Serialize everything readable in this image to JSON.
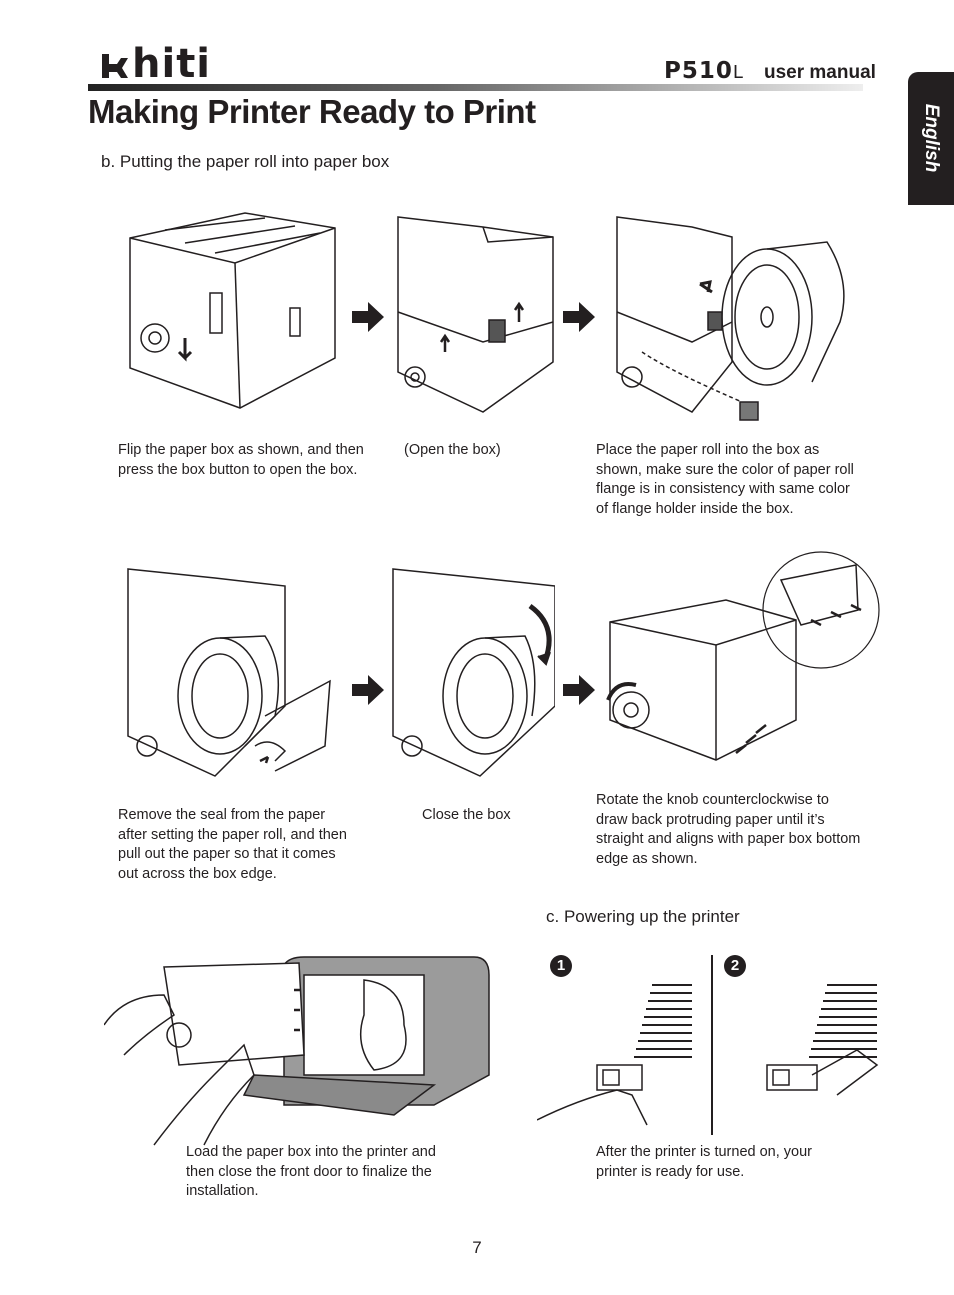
{
  "header": {
    "brand": "hiti",
    "model": "P510",
    "model_suffix": "L",
    "manual_label": "user manual",
    "language_tab": "English"
  },
  "page_title": "Making Printer Ready to Print",
  "section_b": {
    "heading": "b. Putting the paper roll into paper box",
    "steps": [
      {
        "caption": "Flip the paper box as shown, and then press the box button to open the box."
      },
      {
        "caption": "(Open the box)"
      },
      {
        "caption": "Place the paper roll into the box as shown, make sure the color of paper roll flange is in consistency with same color of flange holder inside the box."
      },
      {
        "caption": "Remove the seal from the paper after setting the paper roll, and then pull out the paper so that it comes out across the box edge."
      },
      {
        "caption": "Close the box"
      },
      {
        "caption": "Rotate the knob counterclockwise to draw back protruding paper until it’s straight and aligns with paper box bottom edge as shown."
      },
      {
        "caption": "Load the paper box into the printer and then close the front door to finalize the installation."
      }
    ]
  },
  "section_c": {
    "heading": "c. Powering up the printer",
    "badges": [
      "1",
      "2"
    ],
    "caption": "After the printer is turned on, your printer is ready for use."
  },
  "footer": {
    "page_number": "7"
  },
  "icons": [
    "hiti-logo-icon",
    "arrow-right-icon",
    "rotate-arrow-icon"
  ]
}
